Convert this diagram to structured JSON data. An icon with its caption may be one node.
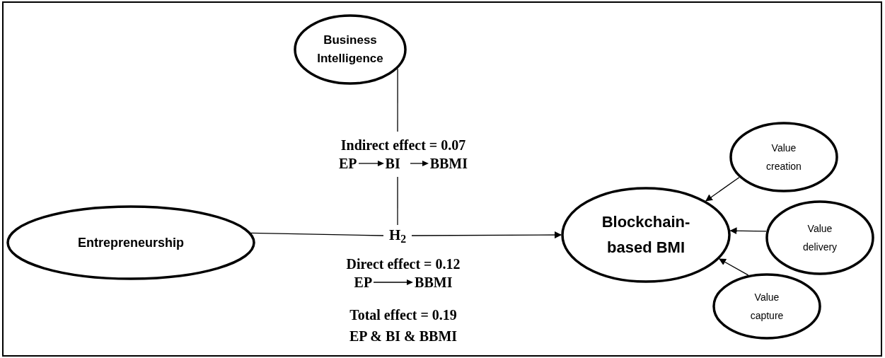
{
  "diagram": {
    "nodes": [
      {
        "text": [
          "Business Intelligence"
        ]
      },
      {
        "text": [
          "Entrepreneurship"
        ]
      },
      {
        "text": [
          "H$_{2}$"
        ]
      },
      {
        "text": [
          "Blockchain-based BMI"
        ]
      },
      {
        "text": [
          "Value creation"
        ]
      },
      {
        "text": [
          "Value delivery"
        ]
      },
      {
        "text": [
          "Value capture"
        ]
      }
    ],
    "edges": [
      {
        "from": 0,
        "to": 2,
        "arrow": "none"
      },
      {
        "from": 1,
        "to": 2,
        "arrow": "none"
      },
      {
        "from": 2,
        "to": 3,
        "arrow": "to"
      },
      {
        "from": 4,
        "to": 3,
        "arrow": "to"
      },
      {
        "from": 5,
        "to": 3,
        "arrow": "to"
      },
      {
        "from": 6,
        "to": 3,
        "arrow": "to"
      }
    ],
    "labels": [
      "Indirect effect = 0.07",
      "EP",
      "BI",
      "BBMI",
      "Direct effect = 0.12",
      "EP",
      "BBMI",
      "Total effect = 0.19",
      "EP & BI & BBMI"
    ]
  }
}
